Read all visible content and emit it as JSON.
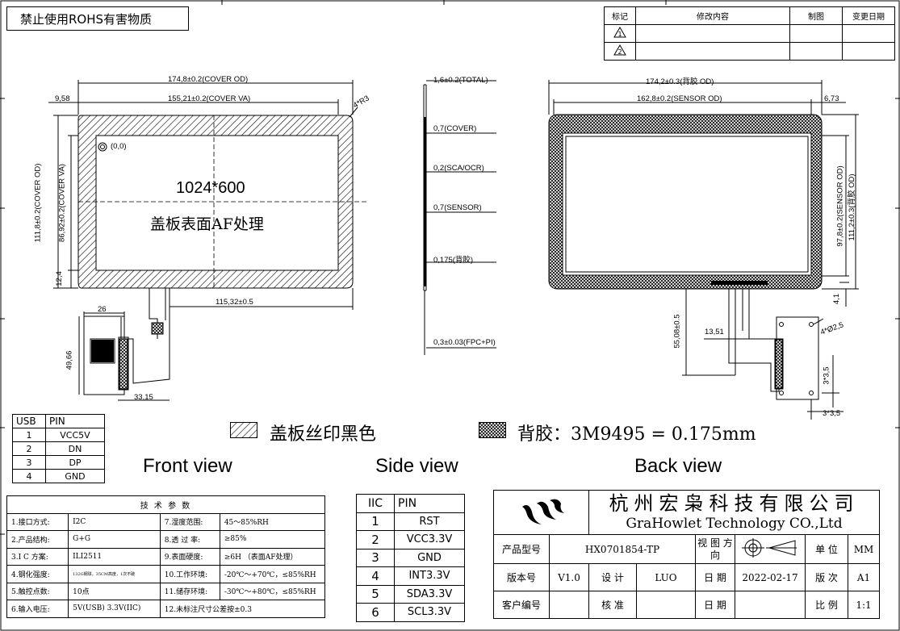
{
  "rohs": "禁止使用ROHS有害物质",
  "revision": {
    "headers": [
      "标记",
      "修改内容",
      "制图",
      "变更日期"
    ],
    "marks": [
      "1",
      "2"
    ]
  },
  "drawing": {
    "front": {
      "cover_od_w": "174,8±0.2(COVER OD)",
      "cover_va_w": "155,21±0.2(COVER VA)",
      "left_margin": "9,58",
      "corner_r": "4*R3",
      "origin": "(0,0)",
      "resolution": "1024*600",
      "af_note": "盖板表面AF处理",
      "cover_od_h": "111,8±0.2(COVER OD)",
      "cover_va_h": "86,92±0.2(COVER VA)",
      "bottom_margin": "12,4",
      "tail_len": "115,32±0.5",
      "pcb_w": "26",
      "pcb_h": "49,66",
      "pcb_off": "33,15"
    },
    "side": {
      "total": "1,6±0.2(TOTAL)",
      "cover": "0,7(COVER)",
      "sca": "0,2(SCA/OCR)",
      "sensor": "0,7(SENSOR)",
      "backing": "0,175(背胶)",
      "fpc": "0,3±0.03(FPC+PI)"
    },
    "back": {
      "od_w": "174,2±0.3(背胶 OD)",
      "sensor_w": "162,8±0.2(SENSOR OD)",
      "right_margin": "6,73",
      "sensor_h": "97,8±0.2(SENSOR OD)",
      "od_h": "111,2±0.3(背胶 OD)",
      "gap": "4,1",
      "tail_h": "55,08±0.5",
      "tail_off": "13,51",
      "holes": "4*Ø2,5",
      "hole_v": "3*3,5",
      "hole_h": "3*3,5"
    }
  },
  "legend": {
    "silk": "盖板丝印黑色",
    "backing": "背胶：3M9495 = 0.175mm"
  },
  "views": {
    "front": "Front view",
    "side": "Side view",
    "back": "Back view"
  },
  "usb": {
    "header": [
      "USB",
      "PIN"
    ],
    "rows": [
      [
        "1",
        "VCC5V"
      ],
      [
        "2",
        "DN"
      ],
      [
        "3",
        "DP"
      ],
      [
        "4",
        "GND"
      ]
    ]
  },
  "iic": {
    "header": [
      "IIC",
      "PIN"
    ],
    "rows": [
      [
        "1",
        "RST"
      ],
      [
        "2",
        "VCC3.3V"
      ],
      [
        "3",
        "GND"
      ],
      [
        "4",
        "INT3.3V"
      ],
      [
        "5",
        "SDA3.3V"
      ],
      [
        "6",
        "SCL3.3V"
      ]
    ]
  },
  "params": {
    "title": "技 术 参 数",
    "rows": [
      [
        "1.接口方式:",
        "I2C",
        "7.湿度范围:",
        "45～85%RH"
      ],
      [
        "2.产品结构:",
        "G+G",
        "8.透 过 率:",
        "≥85%"
      ],
      [
        "3.I C 方案:",
        "ILI2511",
        "9.表面硬度:",
        "≥6H （表面AF处理）"
      ],
      [
        "4.钢化强度:",
        "132G钢球，35CM高度，1次不破",
        "10.工作环境:",
        "-20℃～+70℃，≤85%RH"
      ],
      [
        "5.触控点数:",
        "10点",
        "11.储存环境:",
        "-30℃～+80℃，≤85%RH"
      ],
      [
        "6.输入电压:",
        "5V(USB) 3.3V(IIC)",
        "12.未标注尺寸公差按±0.3",
        ""
      ]
    ]
  },
  "titleblock": {
    "company_cn": "杭州宏枭科技有限公司",
    "company_en": "GraHowlet Technology CO.,Ltd",
    "model_label": "产品型号",
    "model": "HX0701854-TP",
    "view_dir": "视 图 方 向",
    "unit_label": "单 位",
    "unit": "MM",
    "version_label": "版本号",
    "version": "V1.0",
    "design_label": "设 计",
    "designer": "LUO",
    "date_label": "日 期",
    "date": "2022-02-17",
    "rev_label": "版 次",
    "rev": "A1",
    "customer_label": "客户编号",
    "review_label": "核 准",
    "date2_label": "日 期",
    "scale_label": "比 例",
    "scale": "1:1"
  }
}
